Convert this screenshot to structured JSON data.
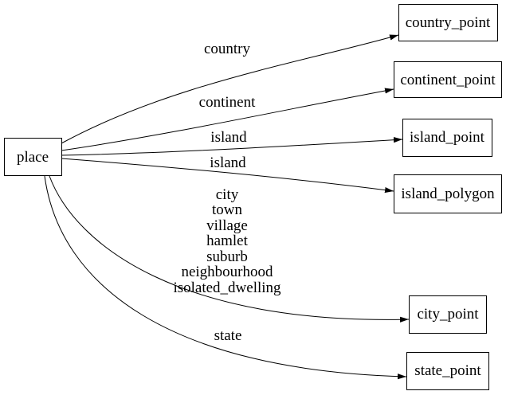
{
  "diagram": {
    "type": "directed-graph",
    "background_color": "#ffffff",
    "line_color": "#000000",
    "text_color": "#000000",
    "nodes": {
      "place": {
        "label": "place"
      },
      "country_point": {
        "label": "country_point"
      },
      "continent_point": {
        "label": "continent_point"
      },
      "island_point": {
        "label": "island_point"
      },
      "island_polygon": {
        "label": "island_polygon"
      },
      "city_point": {
        "label": "city_point"
      },
      "state_point": {
        "label": "state_point"
      }
    },
    "edges": [
      {
        "from": "place",
        "to": "country_point",
        "label": "country"
      },
      {
        "from": "place",
        "to": "continent_point",
        "label": "continent"
      },
      {
        "from": "place",
        "to": "island_point",
        "label": "island"
      },
      {
        "from": "place",
        "to": "island_polygon",
        "label": "island"
      },
      {
        "from": "place",
        "to": "city_point",
        "label_lines": [
          "city",
          "town",
          "village",
          "hamlet",
          "suburb",
          "neighbourhood",
          "isolated_dwelling"
        ]
      },
      {
        "from": "place",
        "to": "state_point",
        "label": "state"
      }
    ]
  }
}
